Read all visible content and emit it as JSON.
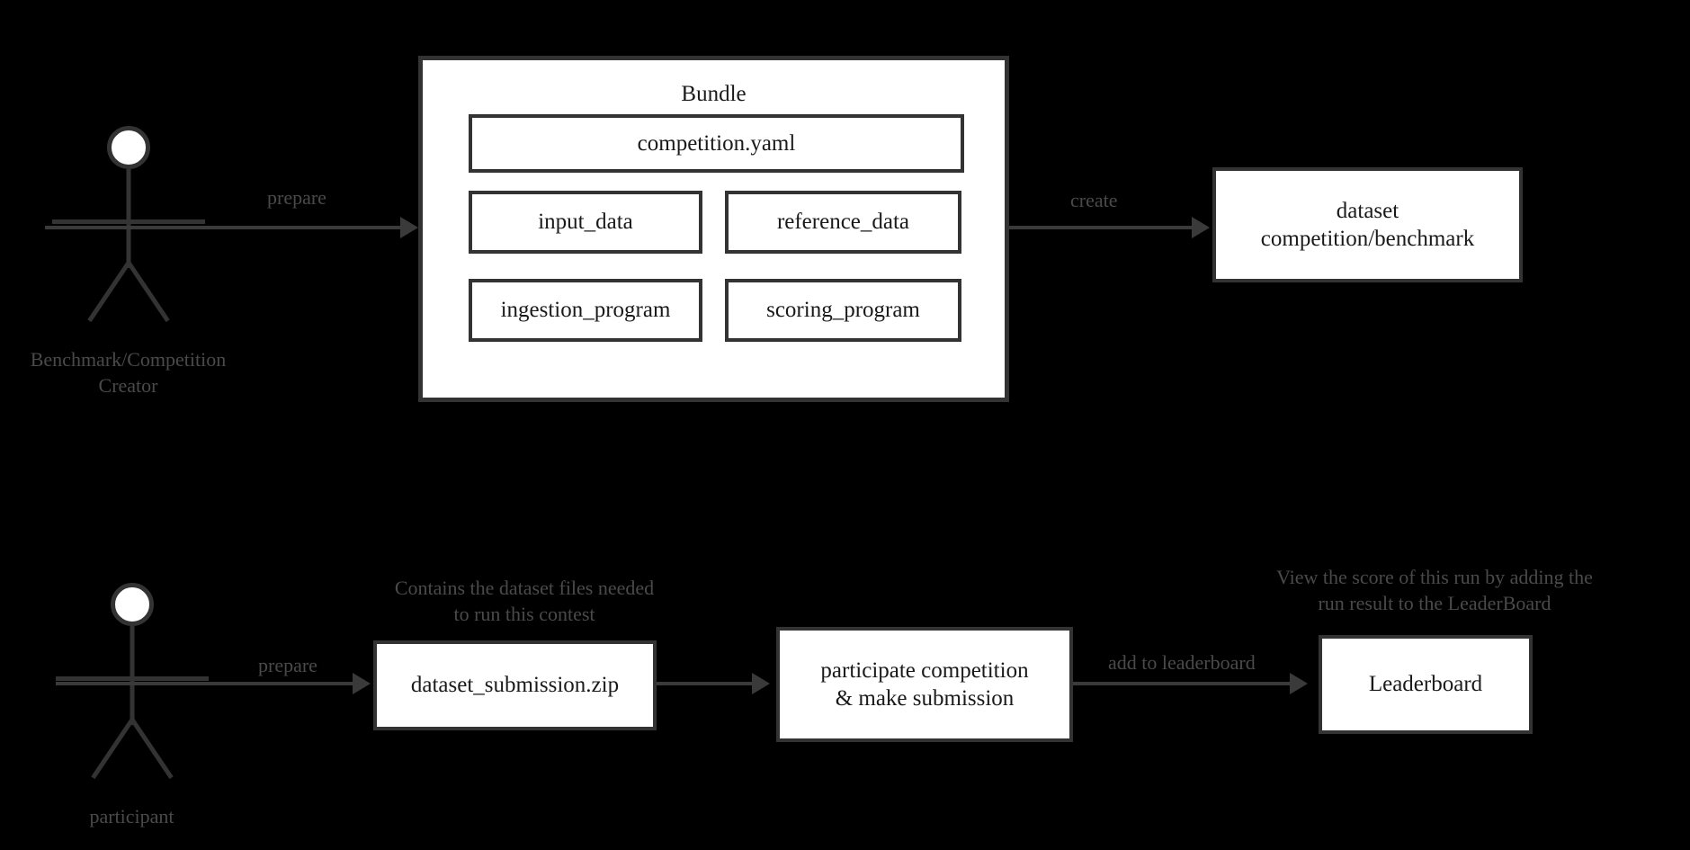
{
  "diagram": {
    "title": "Benchmark/Competition workflow diagram",
    "colors": {
      "background": "#000000",
      "box_fill": "#ffffff",
      "box_border": "#333333",
      "box_text": "#1a1a1a",
      "annotation_text": "#4a4a4a",
      "arrow": "#3a3a3a"
    }
  },
  "actors": [
    {
      "id": "creator",
      "label": "Benchmark/Competition\nCreator"
    },
    {
      "id": "participant",
      "label": "participant"
    }
  ],
  "bundle": {
    "title": "Bundle",
    "items": [
      {
        "id": "competition-yaml",
        "label": "competition.yaml"
      },
      {
        "id": "input-data",
        "label": "input_data"
      },
      {
        "id": "reference-data",
        "label": "reference_data"
      },
      {
        "id": "ingestion-program",
        "label": "ingestion_program"
      },
      {
        "id": "scoring-program",
        "label": "scoring_program"
      }
    ]
  },
  "nodes": {
    "dataset": "dataset\ncompetition/benchmark",
    "submission_zip": "dataset_submission.zip",
    "participate": "participate competition\n& make submission",
    "leaderboard": "Leaderboard"
  },
  "arrows": {
    "creator_prepare": "prepare",
    "bundle_create": "create",
    "participant_prepare": "prepare",
    "zip_to_participate": "",
    "add_to_leaderboard": "add to leaderboard"
  },
  "annotations": {
    "submission_note": "Contains the dataset files needed\nto run this contest",
    "leaderboard_note": "View the score of this run by adding the\nrun result to the LeaderBoard"
  }
}
